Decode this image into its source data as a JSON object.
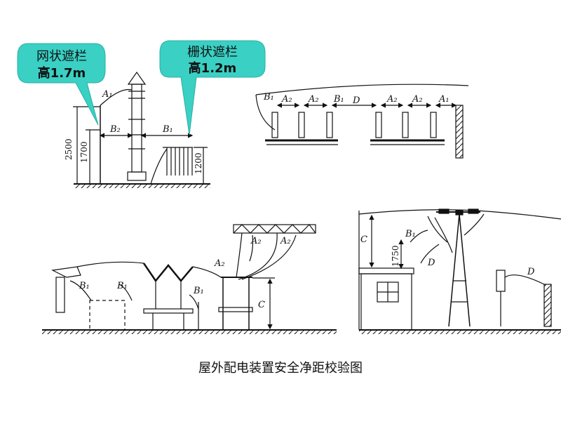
{
  "callouts": {
    "mesh_barrier": {
      "line1": "网状遮栏",
      "line2": "高1.7m"
    },
    "grid_barrier": {
      "line1": "栅状遮栏",
      "line2": "高1.2m"
    }
  },
  "panel1": {
    "dim_2500": "2500",
    "dim_1700": "1700",
    "dim_1200": "1200",
    "B1": "B₁",
    "B2": "B₂",
    "A1": "A₁"
  },
  "panel2": {
    "B1": "B₁",
    "A2a": "A₂",
    "A2b": "A₂",
    "B1b": "B₁",
    "D": "D",
    "A2c": "A₂",
    "A2d": "A₂",
    "A1": "A₁"
  },
  "panel3": {
    "B1a": "B₁",
    "B1b": "B₁",
    "B1c": "B₁",
    "A2a": "A₂",
    "A2b": "A₂",
    "A2c": "A₂",
    "C": "C"
  },
  "panel4": {
    "C": "C",
    "B1": "B₁",
    "dim_1750": "1750",
    "D1": "D",
    "D2": "D"
  },
  "caption": "屋外配电装置安全净距校验图",
  "colors": {
    "callout_fill": "#3ad0c4",
    "line": "#111111"
  }
}
